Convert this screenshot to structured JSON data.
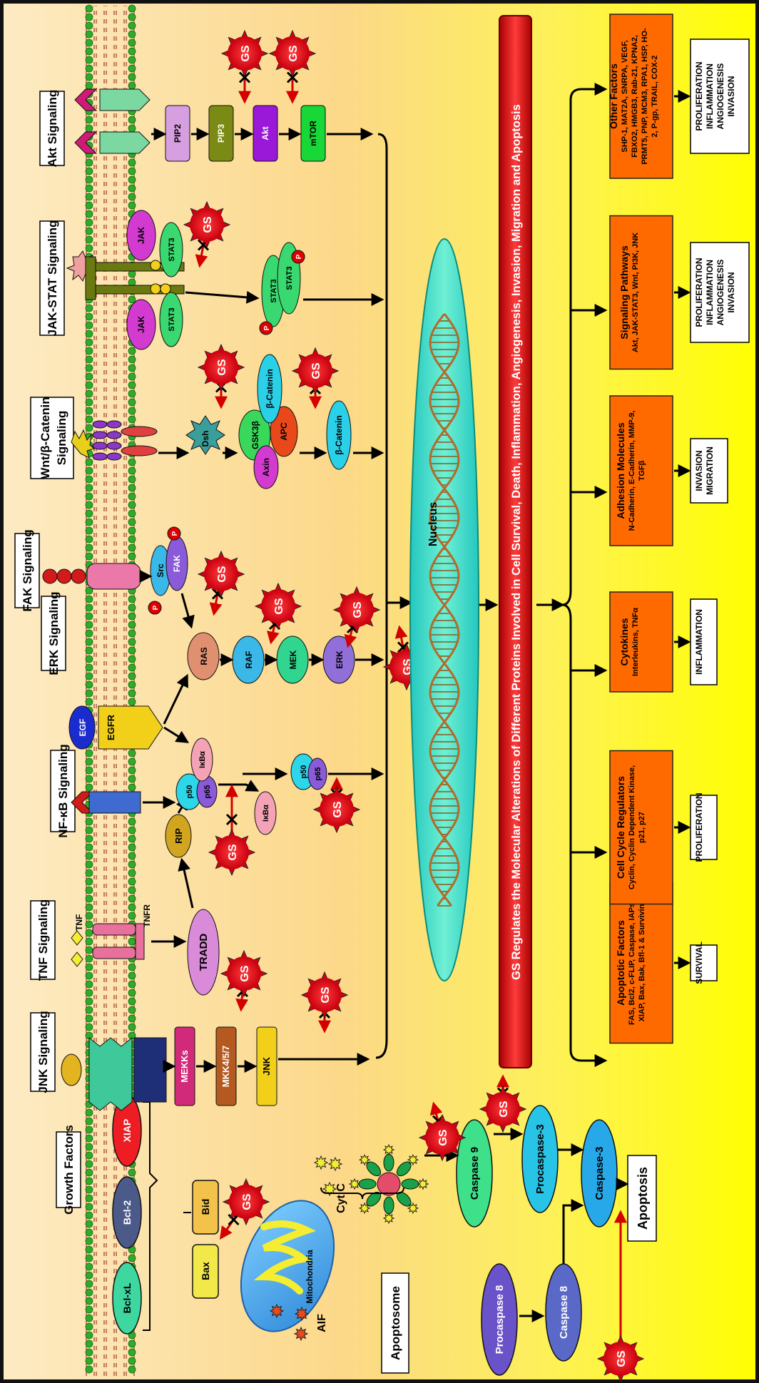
{
  "pathways": {
    "jnk": "JNK Signaling",
    "tnf": "TNF Signaling",
    "nfkb": "NF-κB Signaling",
    "erk": "ERK Signaling",
    "fak": "FAK Signaling",
    "wnt_line1": "Wnt/β-Catenin",
    "wnt_line2": "Signaling",
    "jakstat": "JAK-STAT Signaling",
    "akt": "Akt Signaling",
    "growth": "Growth Factors"
  },
  "inhibitor": "GS",
  "molecules": {
    "bclxl": "Bcl-xL",
    "bcl2": "Bcl-2",
    "xiap": "XIAP",
    "bax": "Bax",
    "bid": "Bid",
    "mito": "Mitochondria",
    "cytc": "Cyt C",
    "aif": "AIF",
    "apoptosome": "Apoptosome",
    "casp9": "Caspase 9",
    "procasp3": "Procaspase-3",
    "casp3": "Caspase-3",
    "procasp8": "Procaspase 8",
    "casp8": "Caspase 8",
    "apoptosis": "Apoptosis",
    "mekks": "MEKKs",
    "mkk": "MKK4/5/7",
    "jnk": "JNK",
    "tnf": "TNF",
    "tnfr": "TNFR",
    "tradd": "TRADD",
    "rip": "RIP",
    "p50": "p50",
    "p65": "p65",
    "ikba": "IκBα",
    "egf": "EGF",
    "egfr": "EGFR",
    "ras": "RAS",
    "raf": "RAF",
    "mek": "MEK",
    "erk": "ERK",
    "src": "Src",
    "fak": "FAK",
    "p": "P",
    "dsh": "Dsh",
    "gsk": "GSK3β",
    "apc": "APC",
    "axin": "Axin",
    "bcat": "β-Catenin",
    "jak": "JAK",
    "stat3": "STAT3",
    "pip2": "PIP2",
    "pip3": "PIP3",
    "akt": "Akt",
    "mtor": "mTOR"
  },
  "nucleus": "Nucleus",
  "banner": "GS Regulates the Molecular Alterations of Different Proteins Involved in Cell Survival, Death, Inflammation, Angiogenesis, Invasion, Migration and Apoptosis",
  "categories": [
    {
      "title": "Apoptotic Factors",
      "l1": "FAS, Bcl2, c-FLIP, Caspase, IAPs,",
      "l2": "XIAP, Bax, Bak, Bfl-1 & Survivin",
      "l3": ""
    },
    {
      "title": "Cell Cycle Regulators",
      "l1": "Cyclin, Cyclin Dependent Kinase,",
      "l2": "p21, p27",
      "l3": ""
    },
    {
      "title": "Cytokines",
      "l1": "Interleukins, TNFα",
      "l2": "",
      "l3": ""
    },
    {
      "title": "Adhesion Molecules",
      "l1": "N-Cadherin, E-Cadherin, MMP-9,",
      "l2": "TGFβ",
      "l3": ""
    },
    {
      "title": "Signaling Pathways",
      "l1": "Akt, JAK-STAT3, Wnt, PI3K, JNK",
      "l2": "",
      "l3": ""
    },
    {
      "title": "Other Factors",
      "l1": "SHP-1, MAT2A, SNRPA, VEGF,",
      "l2": "FBXO2, HMGB3, Rab-21, KPNA2,",
      "l3": "PRMT5, PNP, MCM3, RPA1, HSP, HO-",
      "l4": "2, P-gp, TRAIL, COX-2"
    }
  ],
  "outcomes": [
    [
      "SURVIVAL"
    ],
    [
      "PROLIFERATION"
    ],
    [
      "INFLAMMATION"
    ],
    [
      "INVASION",
      "MIGRATION"
    ],
    [
      "PROLIFERATION",
      "INFLAMMATION",
      "ANGIOGENESIS",
      "INVASION"
    ],
    [
      "PROLIFERATION",
      "INFLAMMATION",
      "ANGIOGENESIS",
      "INVASION"
    ]
  ],
  "colors": {
    "gs": "#e8192c",
    "banner": "#e01515",
    "category": "#ff6a00",
    "nucleus": "#2fe0b8"
  }
}
